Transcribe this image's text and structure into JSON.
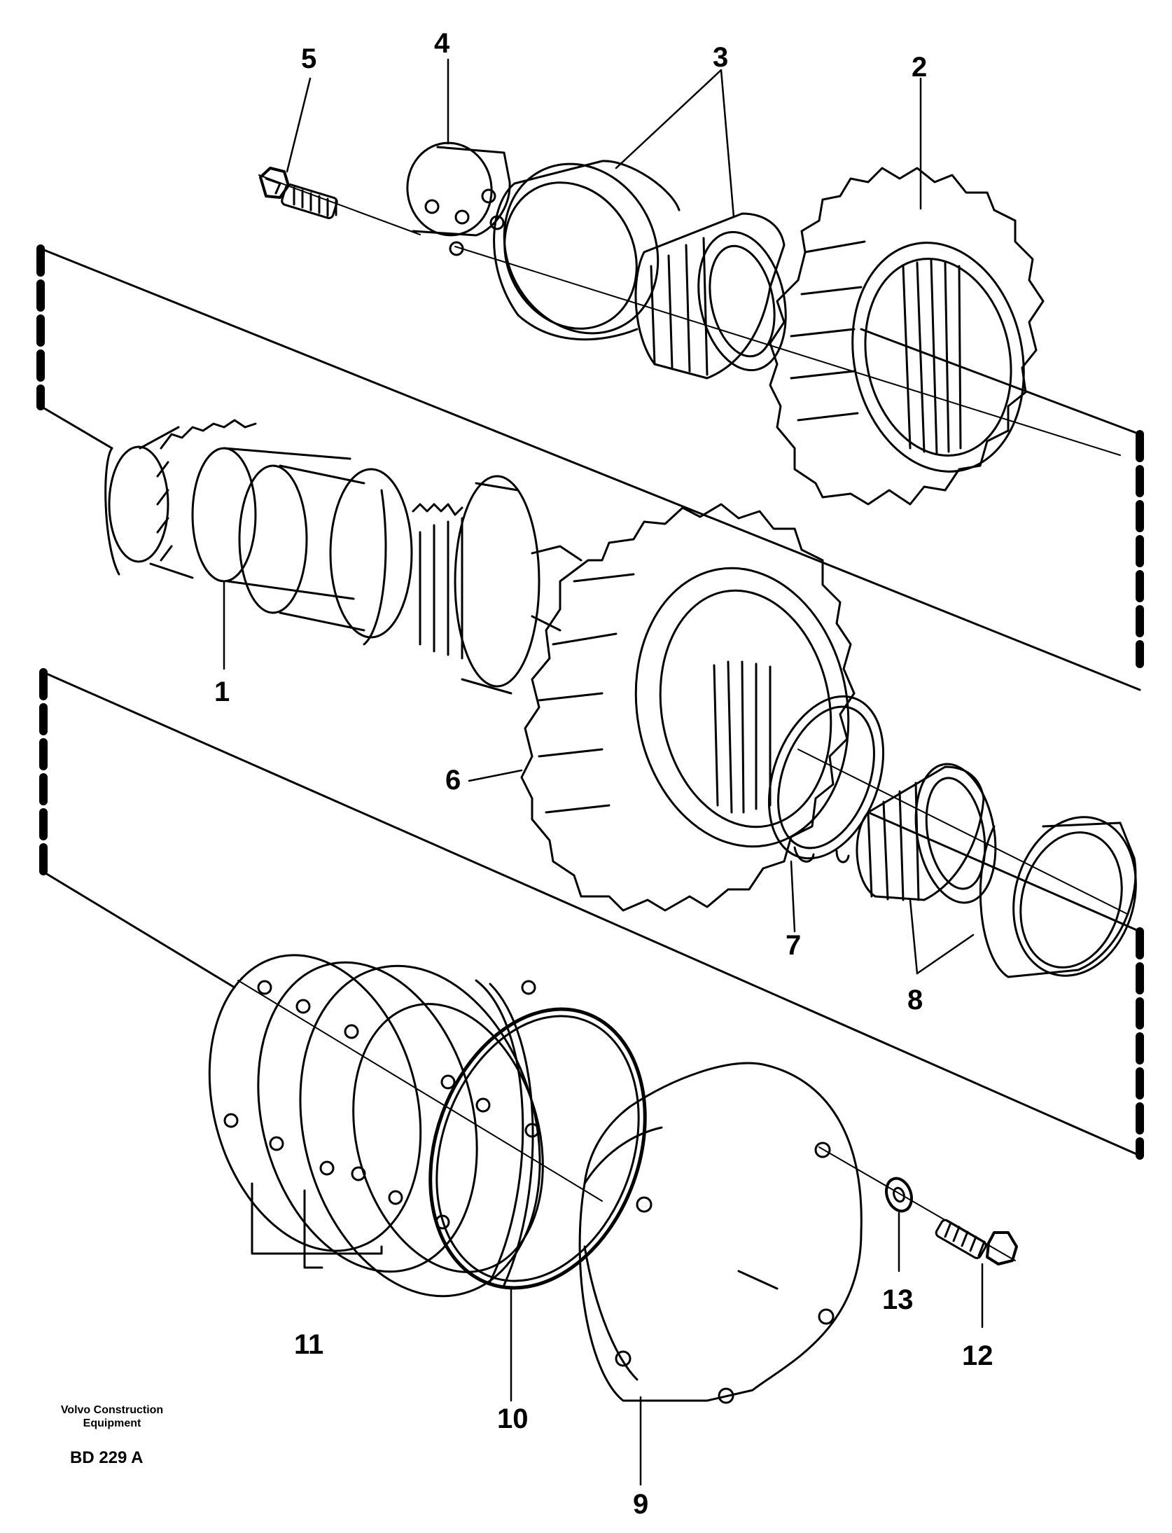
{
  "diagram": {
    "callouts": [
      {
        "id": "c1",
        "label": "1"
      },
      {
        "id": "c2",
        "label": "2"
      },
      {
        "id": "c3",
        "label": "3"
      },
      {
        "id": "c4",
        "label": "4"
      },
      {
        "id": "c5",
        "label": "5"
      },
      {
        "id": "c6",
        "label": "6"
      },
      {
        "id": "c7",
        "label": "7"
      },
      {
        "id": "c8",
        "label": "8"
      },
      {
        "id": "c9",
        "label": "9"
      },
      {
        "id": "c10",
        "label": "10"
      },
      {
        "id": "c11",
        "label": "11"
      },
      {
        "id": "c12",
        "label": "12"
      },
      {
        "id": "c13",
        "label": "13"
      }
    ]
  },
  "footer": {
    "maker_line1": "Volvo Construction",
    "maker_line2": "Equipment",
    "doc_number": "BD 229 A"
  }
}
